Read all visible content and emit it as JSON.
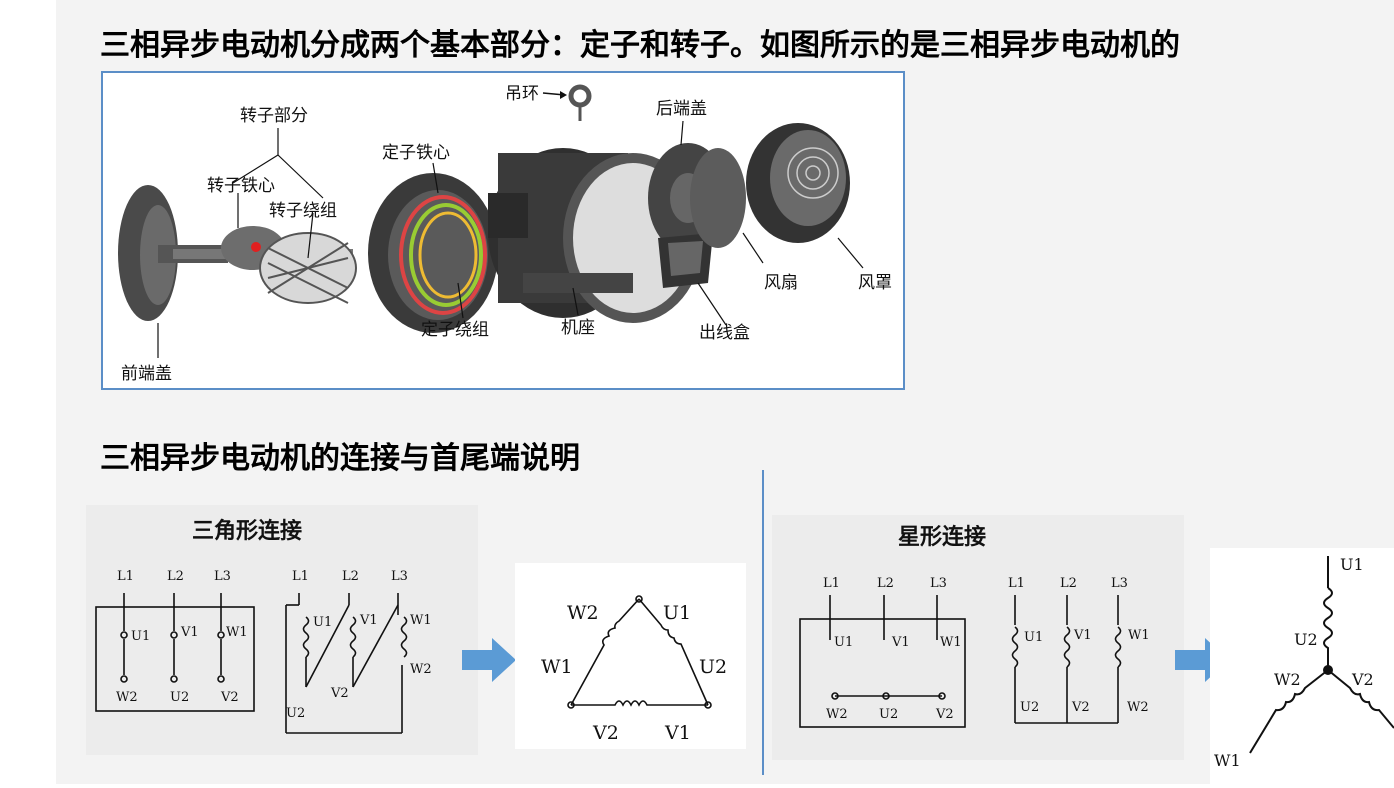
{
  "header": {
    "title": "三相异步电动机分成两个基本部分：定子和转子。如图所示的是三相异步电动机的",
    "subtitle": "三相异步电动机的连接与首尾端说明"
  },
  "motor_labels": {
    "lifting_ring": "吊环",
    "rear_cover": "后端盖",
    "rotor_part": "转子部分",
    "stator_core": "定子铁心",
    "rotor_core": "转子铁心",
    "rotor_winding": "转子绕组",
    "stator_winding": "定子绕组",
    "frame_base": "机座",
    "junction_box": "出线盒",
    "fan": "风扇",
    "fan_cover": "风罩",
    "front_cover": "前端盖"
  },
  "delta": {
    "title": "三角形连接",
    "lines": [
      "L1",
      "L2",
      "L3"
    ],
    "top_terms": [
      "U1",
      "V1",
      "W1"
    ],
    "bottom_terms": [
      "W2",
      "U2",
      "V2"
    ],
    "coil_top": [
      "U1",
      "V1",
      "W1"
    ],
    "coil_bottom": [
      "U2",
      "V2",
      "W2"
    ],
    "triangle": {
      "w2": "W2",
      "u1": "U1",
      "w1": "W1",
      "u2": "U2",
      "v2": "V2",
      "v1": "V1"
    }
  },
  "star": {
    "title": "星形连接",
    "lines": [
      "L1",
      "L2",
      "L3"
    ],
    "top_terms": [
      "U1",
      "V1",
      "W1"
    ],
    "bottom_terms": [
      "W2",
      "U2",
      "V2"
    ],
    "coil_top": [
      "U1",
      "V1",
      "W1"
    ],
    "coil_bottom": [
      "U2",
      "V2",
      "W2"
    ],
    "y": {
      "u1": "U1",
      "u2": "U2",
      "w2": "W2",
      "v2": "V2",
      "w1": "W1"
    }
  },
  "colors": {
    "accent_border": "#5b8ec7",
    "arrow": "#5b9bd5"
  }
}
